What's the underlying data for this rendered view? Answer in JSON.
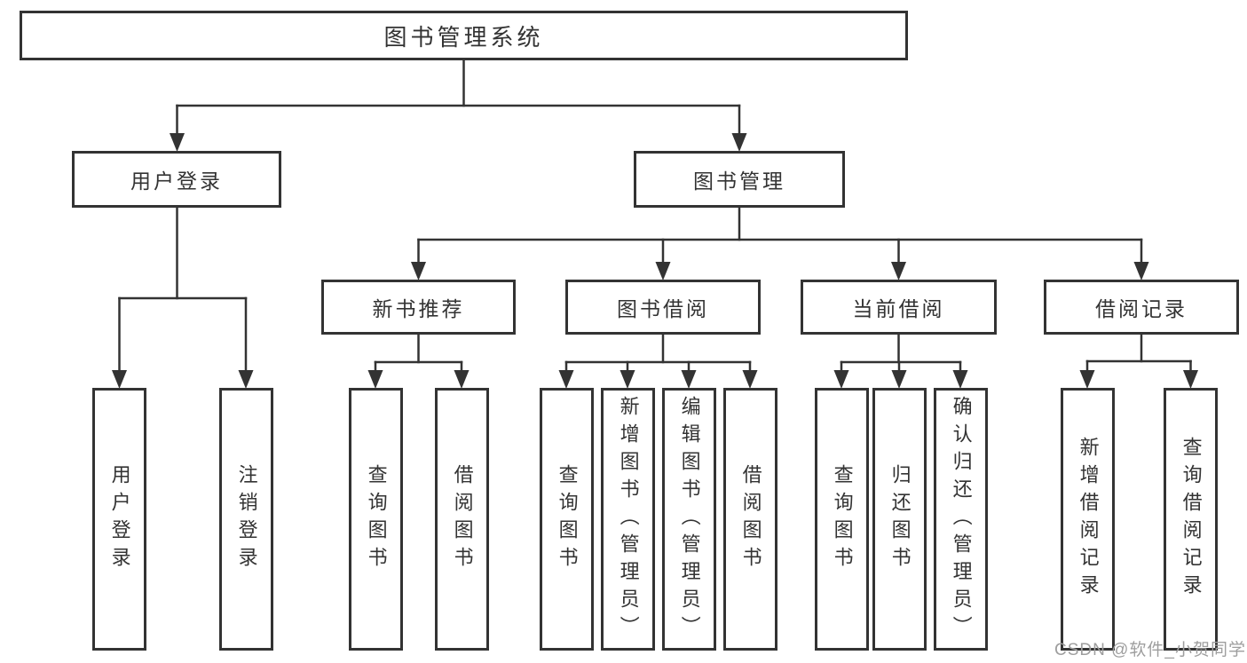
{
  "diagram": {
    "nodes": {
      "root": "图书管理系统",
      "user_login": "用户登录",
      "book_management": "图书管理",
      "new_book_recommend": "新书推荐",
      "book_borrowing": "图书借阅",
      "current_borrowing": "当前借阅",
      "borrowing_records": "借阅记录",
      "leaf_user_login": "用户登录",
      "leaf_logout": "注销登录",
      "leaf_query_book_recommend": "查询图书",
      "leaf_borrow_book_recommend": "借阅图书",
      "leaf_query_book_borrowing": "查询图书",
      "leaf_add_book_admin": "新增图书（管理员）",
      "leaf_edit_book_admin": "编辑图书（管理员）",
      "leaf_borrow_book_borrowing": "借阅图书",
      "leaf_query_book_current": "查询图书",
      "leaf_return_book": "归还图书",
      "leaf_confirm_return_admin": "确认归还（管理员）",
      "leaf_add_borrow_record": "新增借阅记录",
      "leaf_query_borrow_record": "查询借阅记录"
    },
    "watermark": "CSDN @软件_小贺同学",
    "colors": {
      "line": "#333333",
      "box_border": "#333333",
      "text": "#333333",
      "watermark": "#9e9e9e",
      "background": "#ffffff"
    }
  }
}
